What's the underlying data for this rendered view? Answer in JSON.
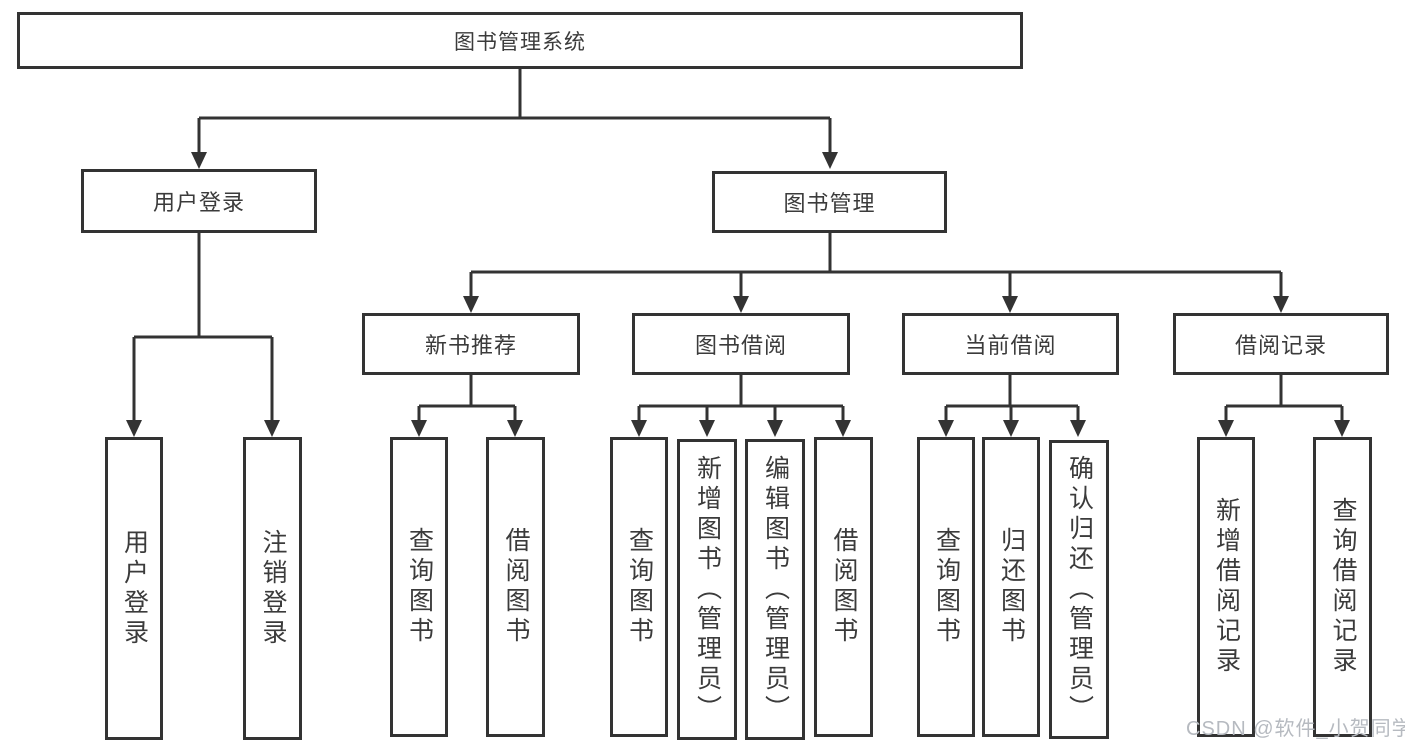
{
  "diagram": {
    "root": {
      "label": "图书管理系统"
    },
    "login_branch": {
      "label": "用户登录",
      "children": [
        {
          "label": "用户登录"
        },
        {
          "label": "注销登录"
        }
      ]
    },
    "mgmt_branch": {
      "label": "图书管理",
      "groups": [
        {
          "label": "新书推荐",
          "children": [
            {
              "label": "查询图书"
            },
            {
              "label": "借阅图书"
            }
          ]
        },
        {
          "label": "图书借阅",
          "children": [
            {
              "label": "查询图书"
            },
            {
              "label": "新增图书（管理员）"
            },
            {
              "label": "编辑图书（管理员）"
            },
            {
              "label": "借阅图书"
            }
          ]
        },
        {
          "label": "当前借阅",
          "children": [
            {
              "label": "查询图书"
            },
            {
              "label": "归还图书"
            },
            {
              "label": "确认归还（管理员）"
            }
          ]
        },
        {
          "label": "借阅记录",
          "children": [
            {
              "label": "新增借阅记录"
            },
            {
              "label": "查询借阅记录"
            }
          ]
        }
      ]
    }
  },
  "watermark": {
    "text": "CSDN @软件_小贺同学"
  },
  "colors": {
    "line": "#333333",
    "text": "#3b3b3b",
    "watermark": "#b6bac0",
    "background": "#ffffff"
  }
}
